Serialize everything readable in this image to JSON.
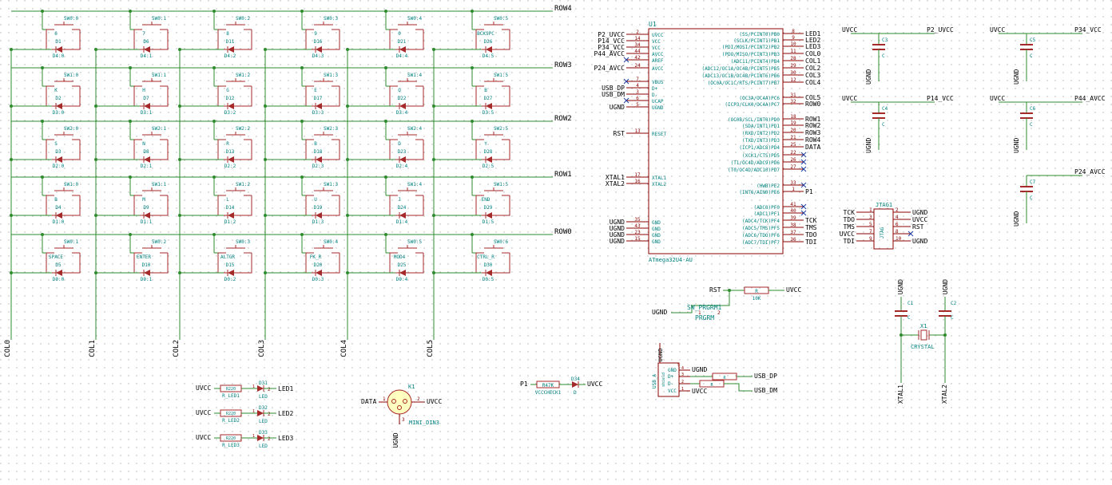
{
  "rows": [
    "ROW4",
    "ROW3",
    "ROW2",
    "ROW1",
    "ROW0"
  ],
  "cols": [
    "COL0",
    "COL1",
    "COL2",
    "COL3",
    "COL4",
    "COL5"
  ],
  "matrix": [
    [
      {
        "sw": "SW0:0",
        "key": "6",
        "d": "D1",
        "dl": "D4:0"
      },
      {
        "sw": "SW0:1",
        "key": "7",
        "d": "D6",
        "dl": "D4:1"
      },
      {
        "sw": "SW0:2",
        "key": "8",
        "d": "D11",
        "dl": "D4:2"
      },
      {
        "sw": "SW0:3",
        "key": "9",
        "d": "D16",
        "dl": "D4:3"
      },
      {
        "sw": "SW0:4",
        "key": "0",
        "d": "D21",
        "dl": "D4:4"
      },
      {
        "sw": "SW0:5",
        "key": "BCKSPC",
        "d": "D26",
        "dl": "D4:5"
      }
    ],
    [
      {
        "sw": "SW1:0",
        "key": "K",
        "d": "D2",
        "dl": "D3:0"
      },
      {
        "sw": "SW1:1",
        "key": "H",
        "d": "D7",
        "dl": "D3:1"
      },
      {
        "sw": "SW1:2",
        "key": "G",
        "d": "D12",
        "dl": "D3:2"
      },
      {
        "sw": "SW1:3",
        "key": "E",
        "d": "D17",
        "dl": "D3:3"
      },
      {
        "sw": "SW1:4",
        "key": "Q",
        "d": "D22",
        "dl": "D3:4"
      },
      {
        "sw": "SW1:5",
        "key": "B",
        "d": "D27",
        "dl": "D3:5"
      }
    ],
    [
      {
        "sw": "SW2:0",
        "key": "S",
        "d": "D3",
        "dl": "D2:0"
      },
      {
        "sw": "SW2:1",
        "key": "N",
        "d": "D8",
        "dl": "D2:1"
      },
      {
        "sw": "SW2:2",
        "key": "R",
        "d": "D13",
        "dl": "D2:2"
      },
      {
        "sw": "SW2:3",
        "key": "B",
        "d": "D18",
        "dl": "D2:3"
      },
      {
        "sw": "SW2:4",
        "key": "D",
        "d": "D23",
        "dl": "D2:4"
      },
      {
        "sw": "SW2:5",
        "key": "Y",
        "d": "D28",
        "dl": "D2:5"
      }
    ],
    [
      {
        "sw": "SW1:0",
        "key": "B",
        "d": "D4",
        "dl": "D1:0"
      },
      {
        "sw": "SW1:1",
        "key": "M",
        "d": "D9",
        "dl": "D1:1"
      },
      {
        "sw": "SW1:2",
        "key": "L",
        "d": "D14",
        "dl": "D1:2"
      },
      {
        "sw": "SW1:3",
        "key": "U",
        "d": "D19",
        "dl": "D1:3"
      },
      {
        "sw": "SW1:4",
        "key": "J",
        "d": "D24",
        "dl": "D1:4"
      },
      {
        "sw": "SW1:5",
        "key": "END",
        "d": "D29",
        "dl": "D1:5"
      }
    ],
    [
      {
        "sw": "SW0:1",
        "key": "SPACE",
        "d": "D5",
        "dl": "D0:0"
      },
      {
        "sw": "SW0:2",
        "key": "ENTER",
        "d": "D10",
        "dl": "D0:1"
      },
      {
        "sw": "SW0:3",
        "key": "ALTGR",
        "d": "D15",
        "dl": "D0:2"
      },
      {
        "sw": "SW0:4",
        "key": "FK_R",
        "d": "D20",
        "dl": "D0:3"
      },
      {
        "sw": "SW0:5",
        "key": "MOD4",
        "d": "D25",
        "dl": "D0:4"
      },
      {
        "sw": "SW0:6",
        "key": "CTRL_R",
        "d": "D30",
        "dl": "D0:5"
      }
    ]
  ],
  "mcu": {
    "ref": "U1",
    "part": "ATmega32U4-AU",
    "left_pins": [
      {
        "net": "P2_UVCC",
        "num": "2",
        "name": "UVCC"
      },
      {
        "net": "P14_VCC",
        "num": "14",
        "name": "VCC"
      },
      {
        "net": "P34_VCC",
        "num": "34",
        "name": "VCC"
      },
      {
        "net": "P44_AVCC",
        "num": "44",
        "name": "AVCC"
      },
      {
        "net": "",
        "num": "42",
        "name": "AREF"
      },
      {
        "net": "P24_AVCC",
        "num": "24",
        "name": "AVCC"
      },
      {
        "net": "",
        "num": "7",
        "name": "VBUS"
      },
      {
        "net": "USB_DP",
        "num": "4",
        "name": "D+"
      },
      {
        "net": "USB_DM",
        "num": "3",
        "name": "D-"
      },
      {
        "net": "",
        "num": "6",
        "name": "UCAP"
      },
      {
        "net": "UGND",
        "num": "5",
        "name": "UGND"
      },
      {
        "net": "RST",
        "num": "13",
        "name": "RESET"
      },
      {
        "net": "XTAL1",
        "num": "17",
        "name": "XTAL1"
      },
      {
        "net": "XTAL2",
        "num": "16",
        "name": "XTAL2"
      },
      {
        "net": "UGND",
        "num": "35",
        "name": "GND"
      },
      {
        "net": "UGND",
        "num": "43",
        "name": "GND"
      },
      {
        "net": "UGND",
        "num": "23",
        "name": "GND"
      },
      {
        "net": "UGND",
        "num": "15",
        "name": "GND"
      }
    ],
    "right_pins": [
      {
        "net": "LED1",
        "num": "8",
        "name": "(SS/PCINT0)PB0"
      },
      {
        "net": "LED2",
        "num": "9",
        "name": "(SCLK/PCINT1)PB1"
      },
      {
        "net": "LED3",
        "num": "10",
        "name": "(PDI/MOSI/PCINT2)PB2"
      },
      {
        "net": "COL0",
        "num": "11",
        "name": "(PDO/MISO/PCINT3)PB3"
      },
      {
        "net": "COL1",
        "num": "28",
        "name": "(ADC11/PCINT4)PB4"
      },
      {
        "net": "COL2",
        "num": "29",
        "name": "(ADC12/OC1A/OC4B/PCINT5)PB5"
      },
      {
        "net": "COL3",
        "num": "30",
        "name": "(ADC13/OC1B/OC4B/PCINT6)PB6"
      },
      {
        "net": "COL4",
        "num": "12",
        "name": "(OC0A/OC1C/RTS/PCINT7)PB7"
      },
      {
        "net": "COL5",
        "num": "31",
        "name": "(OC3A/OC4A)PC6"
      },
      {
        "net": "ROW0",
        "num": "32",
        "name": "(ICP3/CLK0/OC4A)PC7"
      },
      {
        "net": "ROW1",
        "num": "18",
        "name": "(OC0B/SCL/INT0)PD0"
      },
      {
        "net": "ROW2",
        "num": "19",
        "name": "(SDA/INT1)PD1"
      },
      {
        "net": "ROW3",
        "num": "20",
        "name": "(RXD/INT2)PD2"
      },
      {
        "net": "ROW4",
        "num": "21",
        "name": "(TXD/INT3)PD3"
      },
      {
        "net": "DATA",
        "num": "25",
        "name": "(ICP1/ADC8)PD4"
      },
      {
        "net": "",
        "num": "22",
        "name": "(XCK1/CTS)PD5"
      },
      {
        "net": "",
        "num": "26",
        "name": "(T1/OC4D/ADC9)PD6"
      },
      {
        "net": "",
        "num": "27",
        "name": "(T0/OC4D/ADC10)PD7"
      },
      {
        "net": "",
        "num": "33",
        "name": "(HWB)PE2"
      },
      {
        "net": "P1",
        "num": "1",
        "name": "(INT6/AIN0)PE6"
      },
      {
        "net": "",
        "num": "41",
        "name": "(ADC0)PF0"
      },
      {
        "net": "",
        "num": "40",
        "name": "(ADC1)PF1"
      },
      {
        "net": "TCK",
        "num": "39",
        "name": "(ADC4/TCK)PF4"
      },
      {
        "net": "TMS",
        "num": "38",
        "name": "(ADC5/TMS)PF5"
      },
      {
        "net": "TDO",
        "num": "37",
        "name": "(ADC6/TDO)PF6"
      },
      {
        "net": "TDI",
        "num": "36",
        "name": "(ADC7/TDI)PF7"
      }
    ]
  },
  "caps": [
    {
      "ref": "C3",
      "val": "C",
      "gnd": "UGND",
      "net": "UVCC",
      "net2": "P2_UVCC"
    },
    {
      "ref": "C4",
      "val": "C",
      "gnd": "UGND",
      "net": "UVCC",
      "net2": "P14_VCC"
    },
    {
      "ref": "C5",
      "val": "C",
      "gnd": "UGND",
      "net": "UVCC",
      "net2": "P34_VCC"
    },
    {
      "ref": "C6",
      "val": "C",
      "gnd": "UGND",
      "net": "UVCC",
      "net2": "P44_AVCC"
    },
    {
      "ref": "C7",
      "val": "C",
      "gnd": "UGND",
      "net": "",
      "net2": "P24_AVCC"
    }
  ],
  "jtag": {
    "ref": "JTAG1",
    "val": "JTAG",
    "left": [
      {
        "net": "TCK",
        "num": "1"
      },
      {
        "net": "TDO",
        "num": "3"
      },
      {
        "net": "TMS",
        "num": "5"
      },
      {
        "net": "UVCC",
        "num": "7"
      },
      {
        "net": "TDI",
        "num": "9"
      }
    ],
    "right": [
      {
        "num": "2",
        "net": "UGND"
      },
      {
        "num": "4",
        "net": "UVCC"
      },
      {
        "num": "6",
        "net": "RST"
      },
      {
        "num": "8",
        "net": ""
      },
      {
        "num": "10",
        "net": "UGND"
      }
    ]
  },
  "reset": {
    "rst": "RST",
    "r_ref": "R",
    "r_val": "10K",
    "uvcc": "UVCC",
    "ugnd": "UGND",
    "sw_ref": "SW_PRGRM1",
    "sw_val": "PRGRM",
    "pin1": "1",
    "pin2": "2"
  },
  "crystal": {
    "c1": "C1",
    "c2": "C2",
    "cval": "C",
    "x_ref": "X1",
    "x_val": "CRYSTAL",
    "gnd1": "UGND",
    "gnd2": "UGND",
    "xtal1": "XTAL1",
    "xtal2": "XTAL2"
  },
  "usb": {
    "ref": "USB_A",
    "shield": "shield",
    "shield_num": "5",
    "shield_net": "UGND",
    "pins": [
      {
        "name": "GND",
        "num": "4",
        "net": "UGND"
      },
      {
        "name": "D+",
        "num": "3",
        "net": "USB_DP"
      },
      {
        "name": "D-",
        "num": "2",
        "net": "USB_DM"
      },
      {
        "name": "VCC",
        "num": "1",
        "net": "UVCC"
      }
    ],
    "r1": "R",
    "r2": "R"
  },
  "leds": [
    {
      "net": "UVCC",
      "r": "R220",
      "rref": "R_LED1",
      "d": "D31",
      "dval": "LED",
      "out": "LED1",
      "p1": "1",
      "p2": "2"
    },
    {
      "net": "UVCC",
      "r": "R220",
      "rref": "R_LED2",
      "d": "D32",
      "dval": "LED",
      "out": "LED2",
      "p1": "1",
      "p2": "2"
    },
    {
      "net": "UVCC",
      "r": "R220",
      "rref": "R_LED3",
      "d": "D33",
      "dval": "LED",
      "out": "LED3",
      "p1": "1",
      "p2": "2"
    }
  ],
  "din": {
    "ref": "K1",
    "val": "MINI_DIN3",
    "data": "DATA",
    "vcc": "UVCC",
    "gnd": "UGND",
    "p1": "1",
    "p2": "2",
    "p3": "3"
  },
  "vcccheck": {
    "p": "P1",
    "r": "R47K",
    "rref": "VCCCHECK1",
    "d": "D34",
    "dval": "D",
    "vcc": "UVCC"
  },
  "colors": {
    "wire": "#2e8b2e",
    "part": "#a52a2a",
    "label": "#000000",
    "ref": "#008080",
    "pin": "#8b0000",
    "grid": "#b0b0b0"
  }
}
